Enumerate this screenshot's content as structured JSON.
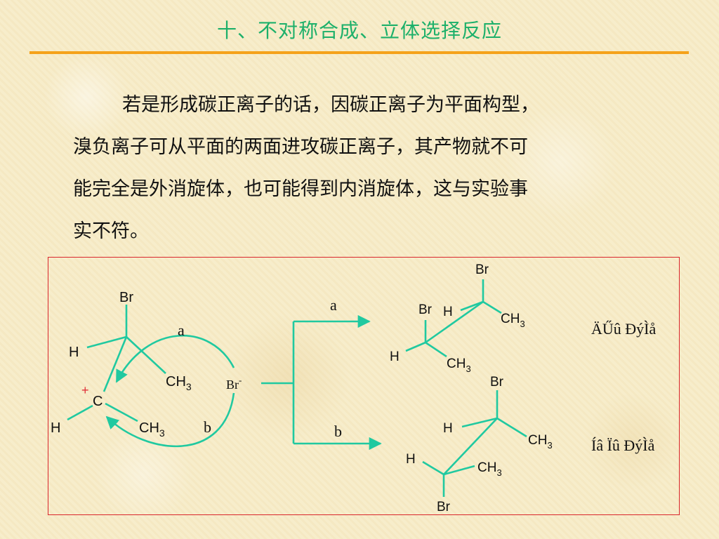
{
  "title": "十、不对称合成、立体选择反应",
  "paragraph": {
    "lines": [
      "若是形成碳正离子的话，因碳正离子为平面构型，",
      "溴负离子可从平面的两面进攻碳正离子，其产物就不可",
      "能完全是外消旋体，也可能得到内消旋体，这与实验事",
      "实不符。"
    ]
  },
  "colors": {
    "title": "#1db06a",
    "rule": "#f5a21a",
    "bond": "#20c9a0",
    "frame": "#d9262c",
    "charge": "#e0303a"
  },
  "diagram": {
    "carbocation": {
      "br": "Br",
      "h_top": "H",
      "ch3_top": "CH",
      "ch3_top_sub": "3",
      "plus": "+",
      "c": "C",
      "h_bottom": "H",
      "ch3_bottom": "CH",
      "ch3_bottom_sub": "3"
    },
    "path_a_label": "a",
    "path_b_label": "b",
    "bromide": "Br",
    "bromide_charge": "-",
    "arrow_a_label": "a",
    "arrow_b_label": "b",
    "product_a": {
      "br_top": "Br",
      "h_upper": "H",
      "ch3_upper": "CH",
      "ch3_upper_sub": "3",
      "br_left": "Br",
      "h_lower": "H",
      "ch3_lower": "CH",
      "ch3_lower_sub": "3",
      "caption": "ÄŰû ĐýÌå"
    },
    "product_b": {
      "br_top": "Br",
      "h_upper": "H",
      "ch3_upper": "CH",
      "ch3_upper_sub": "3",
      "h_lower": "H",
      "ch3_lower": "CH",
      "ch3_lower_sub": "3",
      "br_bottom": "Br",
      "caption": "Íâ Ïû ĐýÌå"
    }
  }
}
